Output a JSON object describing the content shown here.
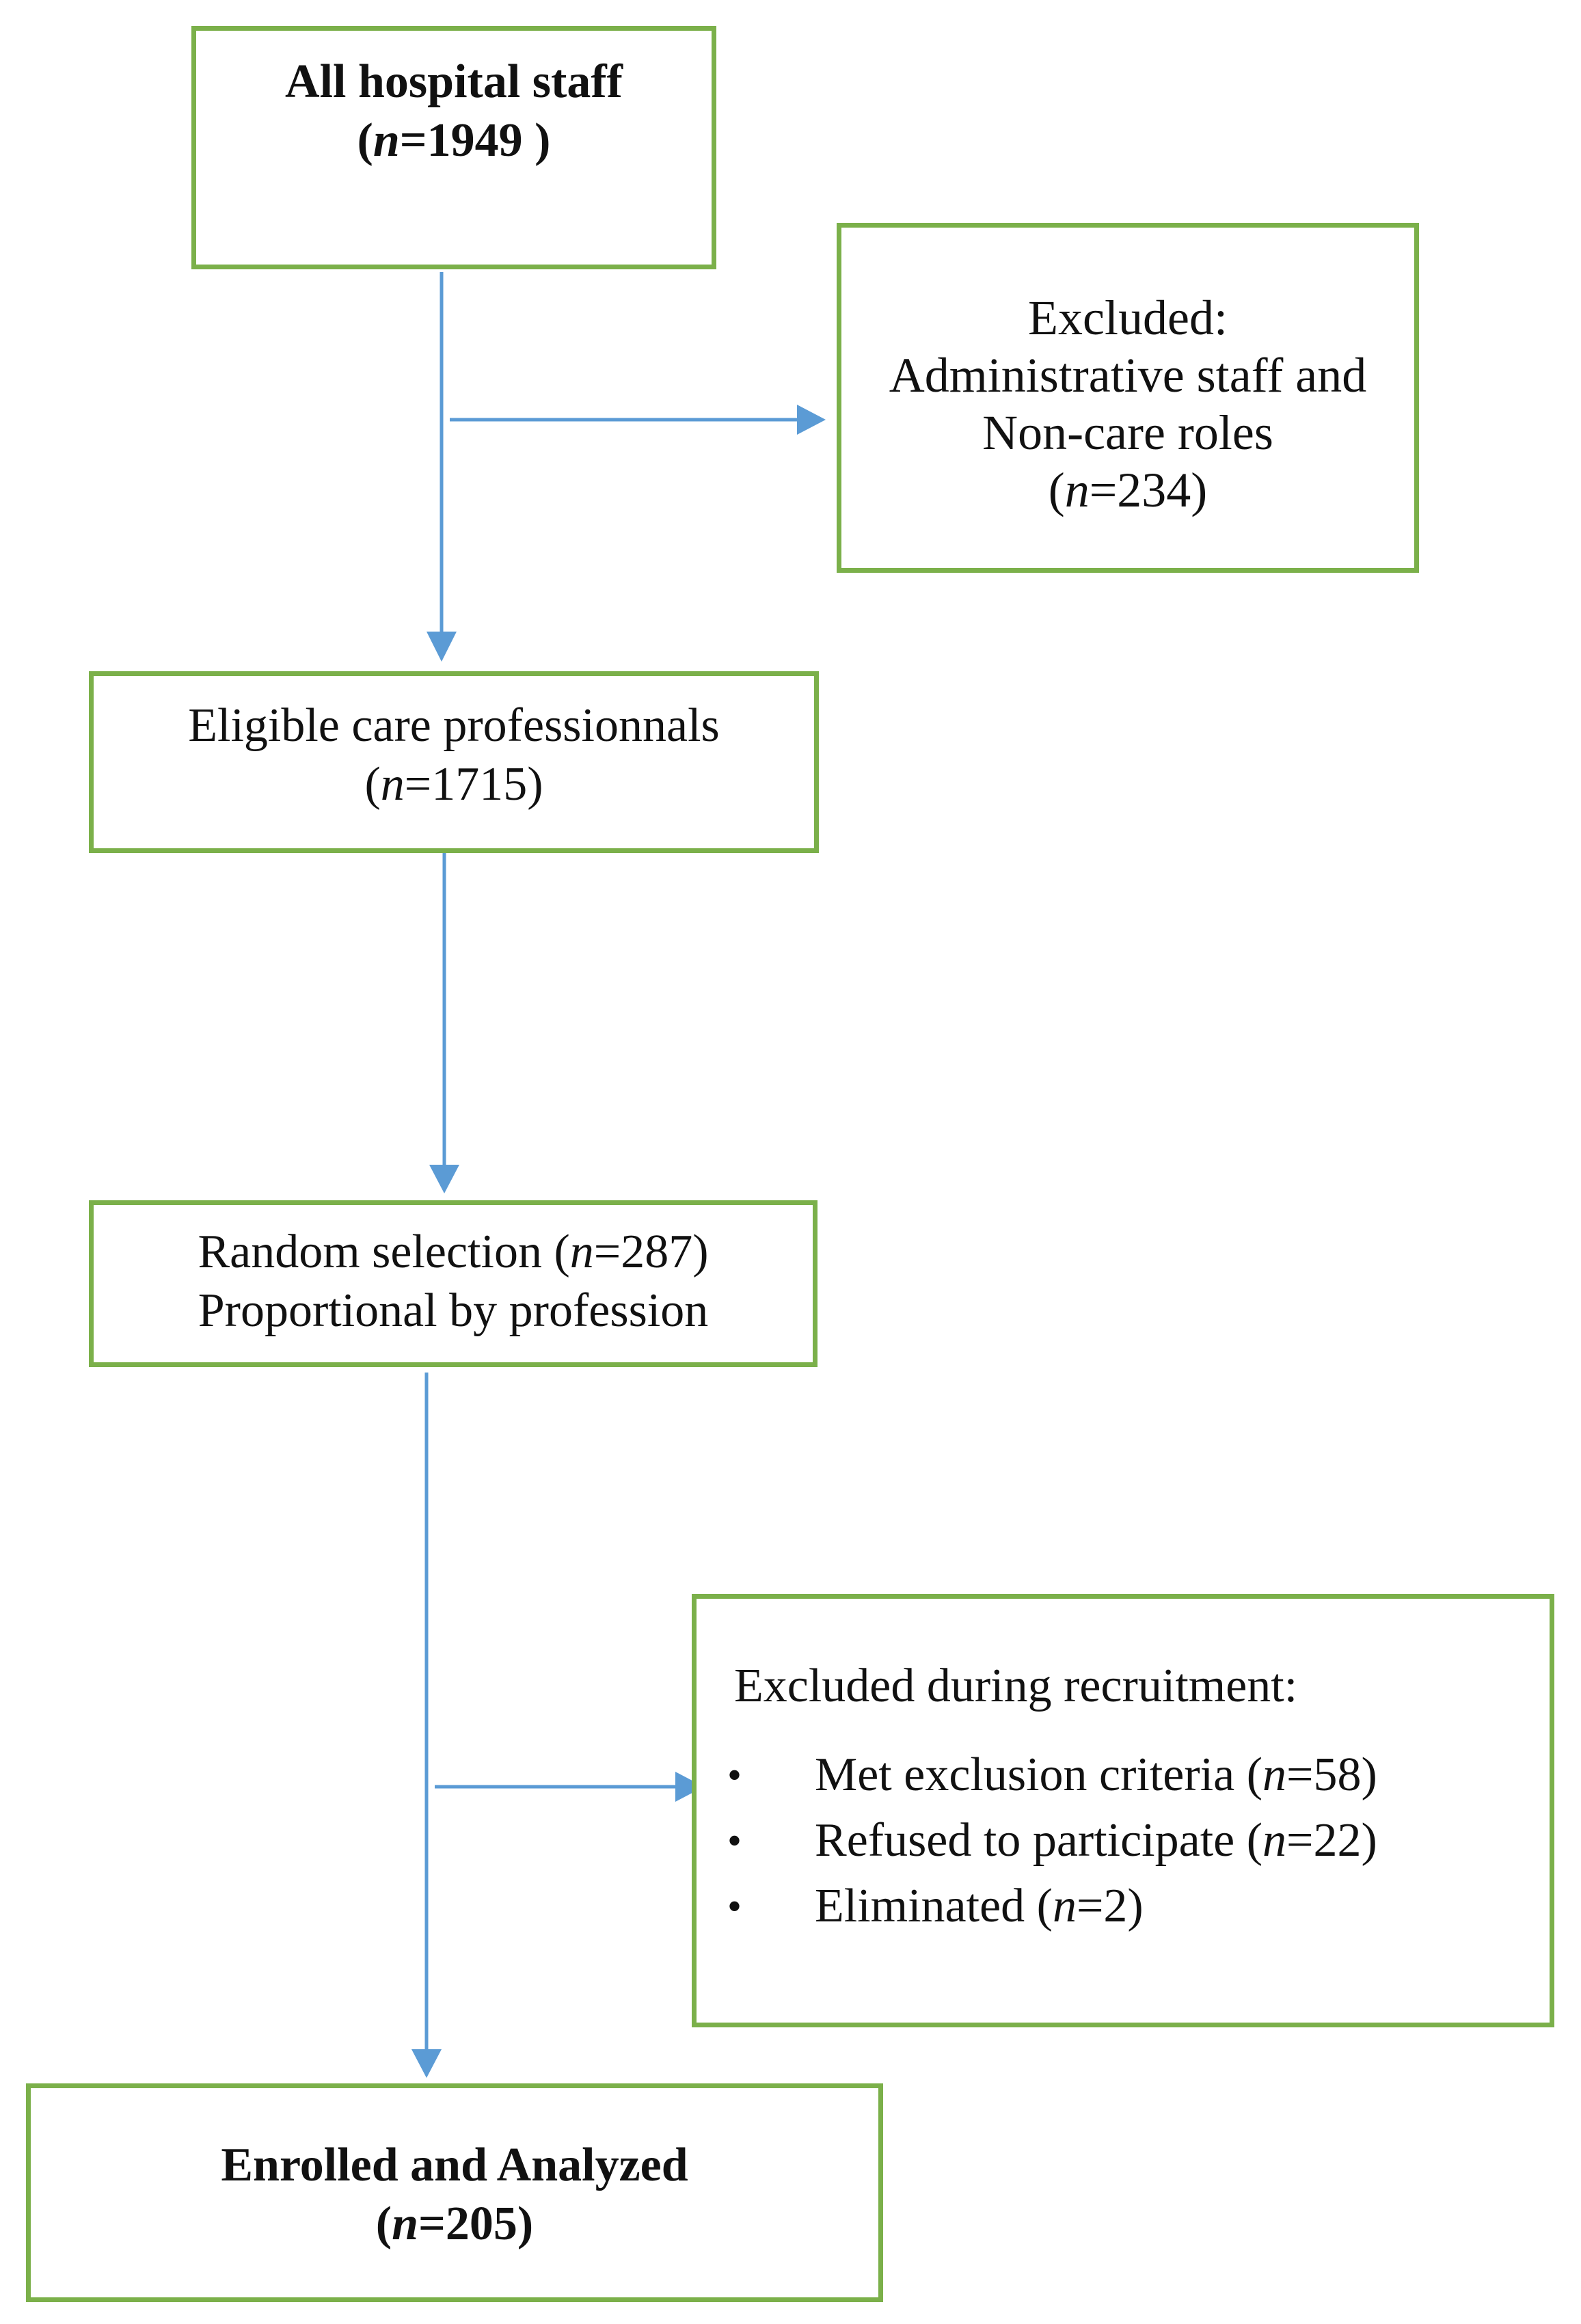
{
  "colors": {
    "box_border": "#7bb04a",
    "arrow": "#5b9bd5",
    "text": "#111111"
  },
  "boxes": {
    "all_staff": {
      "title": "All hospital staff",
      "count_prefix": "(",
      "n_symbol": "n",
      "count_suffix": "=1949 )"
    },
    "excluded_admin": {
      "line1": "Excluded:",
      "line2": "Administrative staff and",
      "line3": "Non-care roles",
      "count_prefix": "(",
      "n_symbol": "n",
      "count_suffix": "=234)"
    },
    "eligible": {
      "title": "Eligible care professionnals",
      "count_prefix": "(",
      "n_symbol": "n",
      "count_suffix": "=1715)"
    },
    "random_selection": {
      "line1_prefix": "Random selection (",
      "n_symbol": "n",
      "line1_suffix": "=287)",
      "line2": "Proportional by profession"
    },
    "excluded_recruitment": {
      "title": "Excluded during recruitment:",
      "bullet": "•",
      "items": [
        {
          "prefix": "Met exclusion criteria (",
          "n_symbol": "n",
          "suffix": "=58)"
        },
        {
          "prefix": "Refused to participate (",
          "n_symbol": "n",
          "suffix": "=22)"
        },
        {
          "prefix": "Eliminated (",
          "n_symbol": "n",
          "suffix": "=2)"
        }
      ]
    },
    "enrolled": {
      "title": "Enrolled and Analyzed",
      "count_prefix": "(",
      "n_symbol": "n",
      "count_suffix": "=205)"
    }
  }
}
